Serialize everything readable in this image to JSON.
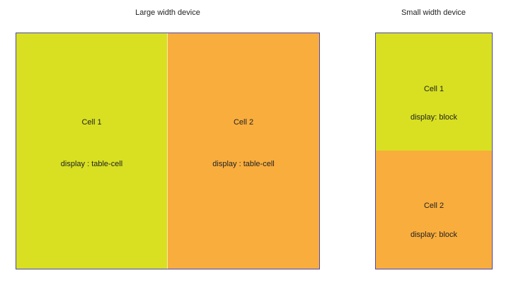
{
  "large_device": {
    "heading": "Large width device",
    "cells": [
      {
        "name": "Cell 1",
        "display": "display : table-cell",
        "color": "#d8e021"
      },
      {
        "name": "Cell 2",
        "display": "display : table-cell",
        "color": "#f9ad3d"
      }
    ]
  },
  "small_device": {
    "heading": "Small width device",
    "cells": [
      {
        "name": "Cell 1",
        "display": "display: block",
        "color": "#d8e021"
      },
      {
        "name": "Cell 2",
        "display": "display: block",
        "color": "#f9ad3d"
      }
    ]
  },
  "colors": {
    "border": "#4a47b8"
  }
}
